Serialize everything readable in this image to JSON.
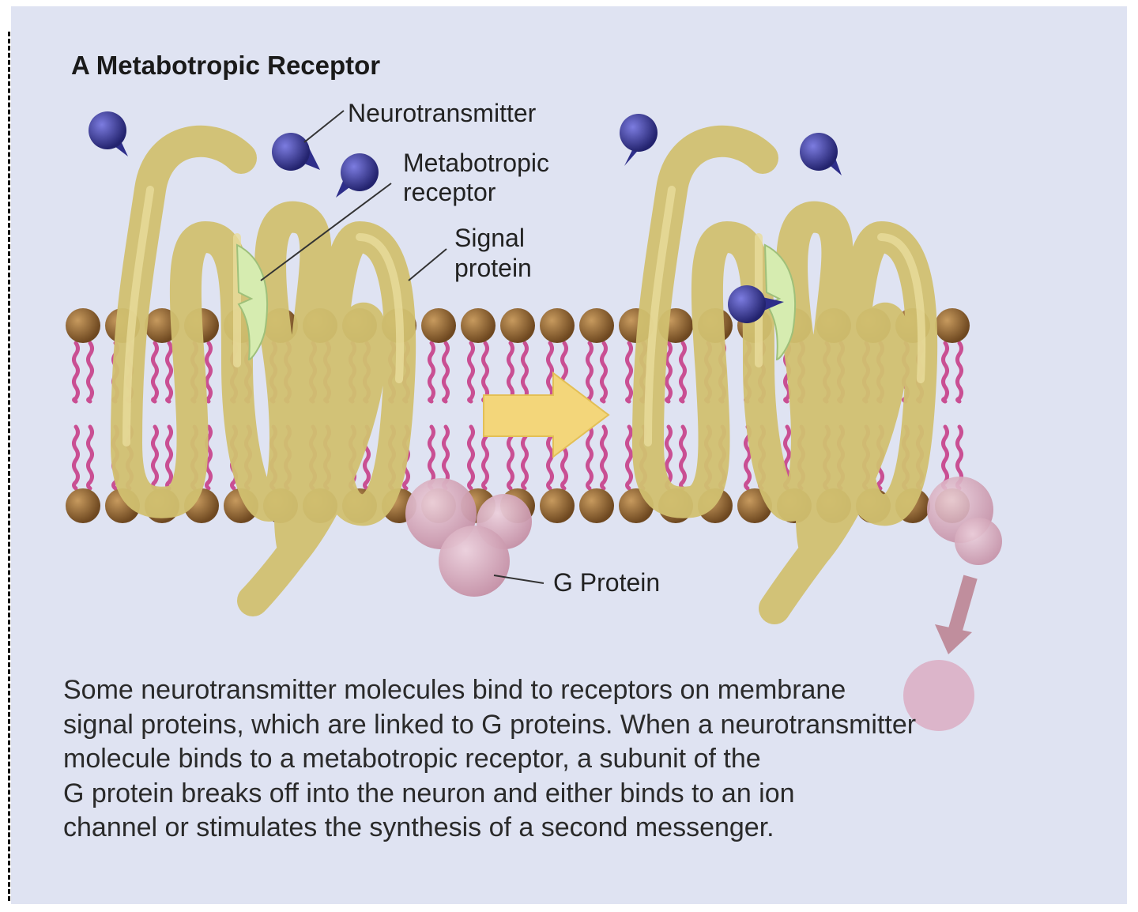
{
  "title": "A Metabotropic Receptor",
  "labels": {
    "neurotransmitter": "Neurotransmitter",
    "metabotropic_receptor_line1": "Metabotropic",
    "metabotropic_receptor_line2": "receptor",
    "signal_protein_line1": "Signal",
    "signal_protein_line2": "protein",
    "g_protein": "G Protein"
  },
  "caption_lines": [
    "Some neurotransmitter molecules bind to receptors on membrane",
    "signal proteins, which are linked to G proteins. When a neurotransmitter",
    "molecule binds to a metabotropic receptor, a subunit of the",
    "G protein breaks off into the neuron and either binds to an ion",
    "channel or stimulates the synthesis of a second messenger."
  ],
  "colors": {
    "background": "#dfe3f2",
    "protein": "#d4c372",
    "membrane_head": "#8a5f2c",
    "membrane_tail": "#c94f93",
    "neurotransmitter": "#3a3a9e",
    "receptor_site": "#d6ecb0",
    "g_protein": "#d3a6b8",
    "arrow": "#f3d67a"
  }
}
